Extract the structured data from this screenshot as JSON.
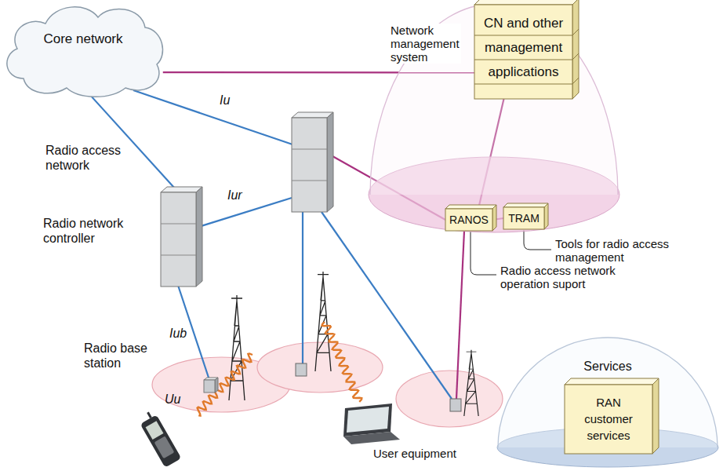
{
  "diagram": {
    "nodes": [
      {
        "text": [
          "Core network"
        ]
      },
      {
        "text": [
          "Radio network controller"
        ]
      },
      {
        "text": [
          "Network management system"
        ]
      },
      {
        "text": [
          "CN and other management applications"
        ],
        "in": 2
      },
      {
        "text": [
          "RANOS"
        ],
        "in": 2
      },
      {
        "text": [
          "TRAM"
        ],
        "in": 2
      },
      {
        "text": [
          "Radio base station"
        ]
      },
      {
        "text": [
          "Services"
        ]
      },
      {
        "text": [
          "RAN customer services"
        ],
        "in": 7
      }
    ],
    "edges": [
      {
        "from": 0,
        "to": 1,
        "arrow": "none"
      },
      {
        "from": 0,
        "to": 3,
        "arrow": "none"
      },
      {
        "from": 3,
        "to": 4,
        "arrow": "none"
      },
      {
        "from": 4,
        "to": 5,
        "arrow": "none"
      },
      {
        "from": 1,
        "to": 6,
        "label": "Iub",
        "arrow": "none"
      }
    ],
    "labels": [
      "Radio access network",
      "Iu",
      "Iur",
      "Uu",
      "User equipment",
      "Tools for radio access management",
      "Radio access network operation suport"
    ]
  }
}
